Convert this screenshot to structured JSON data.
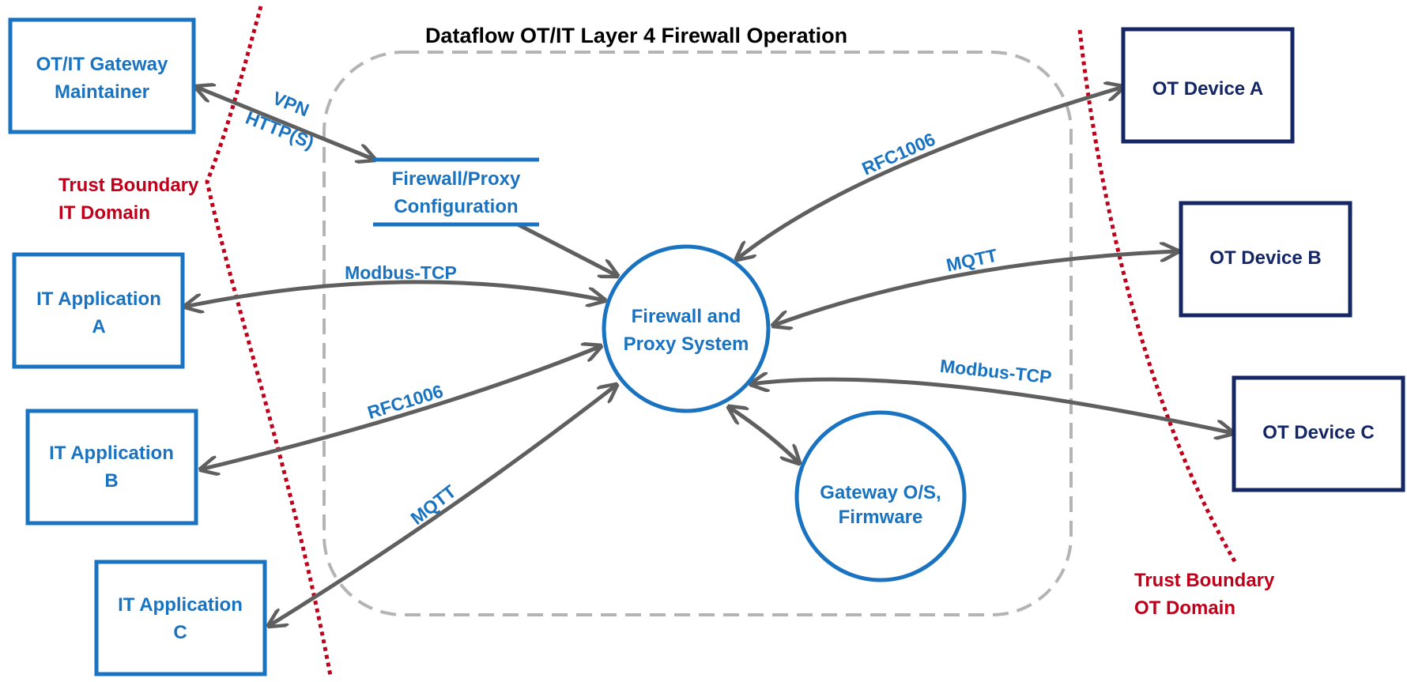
{
  "title": "Dataflow OT/IT Layer 4 Firewall Operation",
  "colors": {
    "it_blue": "#1a73c0",
    "ot_navy": "#142663",
    "boundary_red": "#c0001a",
    "arrow_gray": "#5f5f5f",
    "zone_gray": "#b4b4b4"
  },
  "boundaries": {
    "it": {
      "line1": "Trust Boundary",
      "line2": "IT Domain"
    },
    "ot": {
      "line1": "Trust Boundary",
      "line2": "OT Domain"
    }
  },
  "nodes": {
    "maintainer": {
      "line1": "OT/IT Gateway",
      "line2": "Maintainer"
    },
    "it_app_a": {
      "line1": "IT Application",
      "line2": "A"
    },
    "it_app_b": {
      "line1": "IT Application",
      "line2": "B"
    },
    "it_app_c": {
      "line1": "IT Application",
      "line2": "C"
    },
    "config_store": {
      "line1": "Firewall/Proxy",
      "line2": "Configuration"
    },
    "firewall": {
      "line1": "Firewall and",
      "line2": "Proxy System"
    },
    "gateway_os": {
      "line1": "Gateway O/S,",
      "line2": "Firmware"
    },
    "ot_dev_a": {
      "label": "OT Device A"
    },
    "ot_dev_b": {
      "label": "OT Device B"
    },
    "ot_dev_c": {
      "label": "OT Device C"
    }
  },
  "flows": {
    "maintainer_config": {
      "line1": "VPN",
      "line2": "HTTP(S)"
    },
    "it_app_a": "Modbus-TCP",
    "it_app_b": "RFC1006",
    "it_app_c": "MQTT",
    "ot_dev_a": "RFC1006",
    "ot_dev_b": "MQTT",
    "ot_dev_c": "Modbus-TCP"
  }
}
